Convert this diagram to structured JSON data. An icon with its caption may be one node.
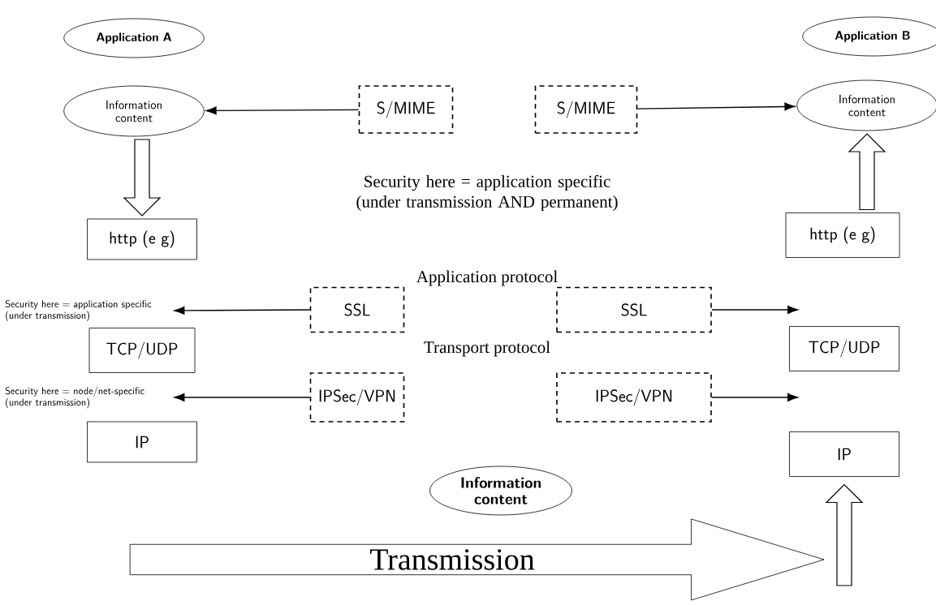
{
  "diagram": {
    "nodes": [
      {
        "text": [
          "Application A"
        ]
      },
      {
        "text": [
          "Application B"
        ]
      },
      {
        "text": [
          "Information content"
        ]
      },
      {
        "text": [
          "S/MIME"
        ]
      },
      {
        "text": [
          "S/MIME"
        ]
      },
      {
        "text": [
          "Information content"
        ]
      },
      {
        "text": [
          "http (e g)"
        ]
      },
      {
        "text": [
          "http (e g)"
        ]
      },
      {
        "text": [
          "Security here = application specific (under transmission)"
        ]
      },
      {
        "text": [
          "SSL"
        ]
      },
      {
        "text": [
          "SSL"
        ]
      },
      {
        "text": [
          "TCP/UDP"
        ]
      },
      {
        "text": [
          "TCP/UDP"
        ]
      },
      {
        "text": [
          "Security here = node/net-specific (under transmission)"
        ]
      },
      {
        "text": [
          "IPSec/VPN"
        ]
      },
      {
        "text": [
          "IPSec/VPN"
        ]
      },
      {
        "text": [
          "IP"
        ]
      },
      {
        "text": [
          "IP"
        ]
      },
      {
        "text": [
          "Information content"
        ]
      },
      {
        "text": [
          "Transmission"
        ]
      }
    ],
    "edges": [
      {
        "from": 3,
        "to": 2,
        "arrow": "to"
      },
      {
        "from": 4,
        "to": 5,
        "arrow": "to"
      },
      {
        "from": 2,
        "to": 6,
        "arrow": "to",
        "style": "thick"
      },
      {
        "from": 7,
        "to": 5,
        "arrow": "to",
        "style": "thick"
      },
      {
        "from": 9,
        "to": 8,
        "arrow": "to"
      },
      {
        "from": 10,
        "to": null,
        "arrow": "to"
      },
      {
        "from": 14,
        "to": 13,
        "arrow": "to"
      },
      {
        "from": 15,
        "to": null,
        "arrow": "to"
      },
      {
        "from": null,
        "to": 17,
        "arrow": "to",
        "style": "thick"
      }
    ],
    "labels": [
      "Security here = application specific (under transmission AND permanent)",
      "Application protocol",
      "Transport protocol"
    ]
  }
}
